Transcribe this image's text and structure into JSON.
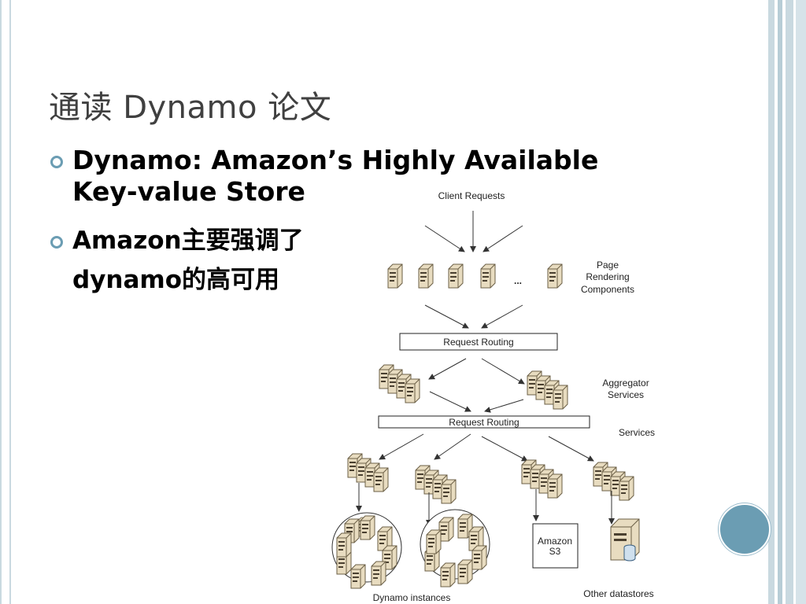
{
  "slide": {
    "title": "通读 Dynamo 论文",
    "bullets": [
      {
        "text": "Dynamo: Amazon’s Highly Available Key-value Store"
      },
      {
        "line1": "Amazon主要强调了",
        "line2": "dynamo的高可用"
      }
    ]
  },
  "diagram": {
    "client_requests": "Client Requests",
    "ellipsis": "...",
    "page_rendering": [
      "Page",
      "Rendering",
      "Components"
    ],
    "request_routing_1": "Request Routing",
    "aggregator": [
      "Aggregator",
      "Services"
    ],
    "request_routing_2": "Request Routing",
    "services": "Services",
    "amazon_s3": [
      "Amazon",
      "S3"
    ],
    "dynamo_instances": "Dynamo instances",
    "other_datastores": "Other datastores"
  },
  "colors": {
    "accent": "#6b9db3",
    "frame": "#c9d9e0",
    "title": "#404040"
  }
}
